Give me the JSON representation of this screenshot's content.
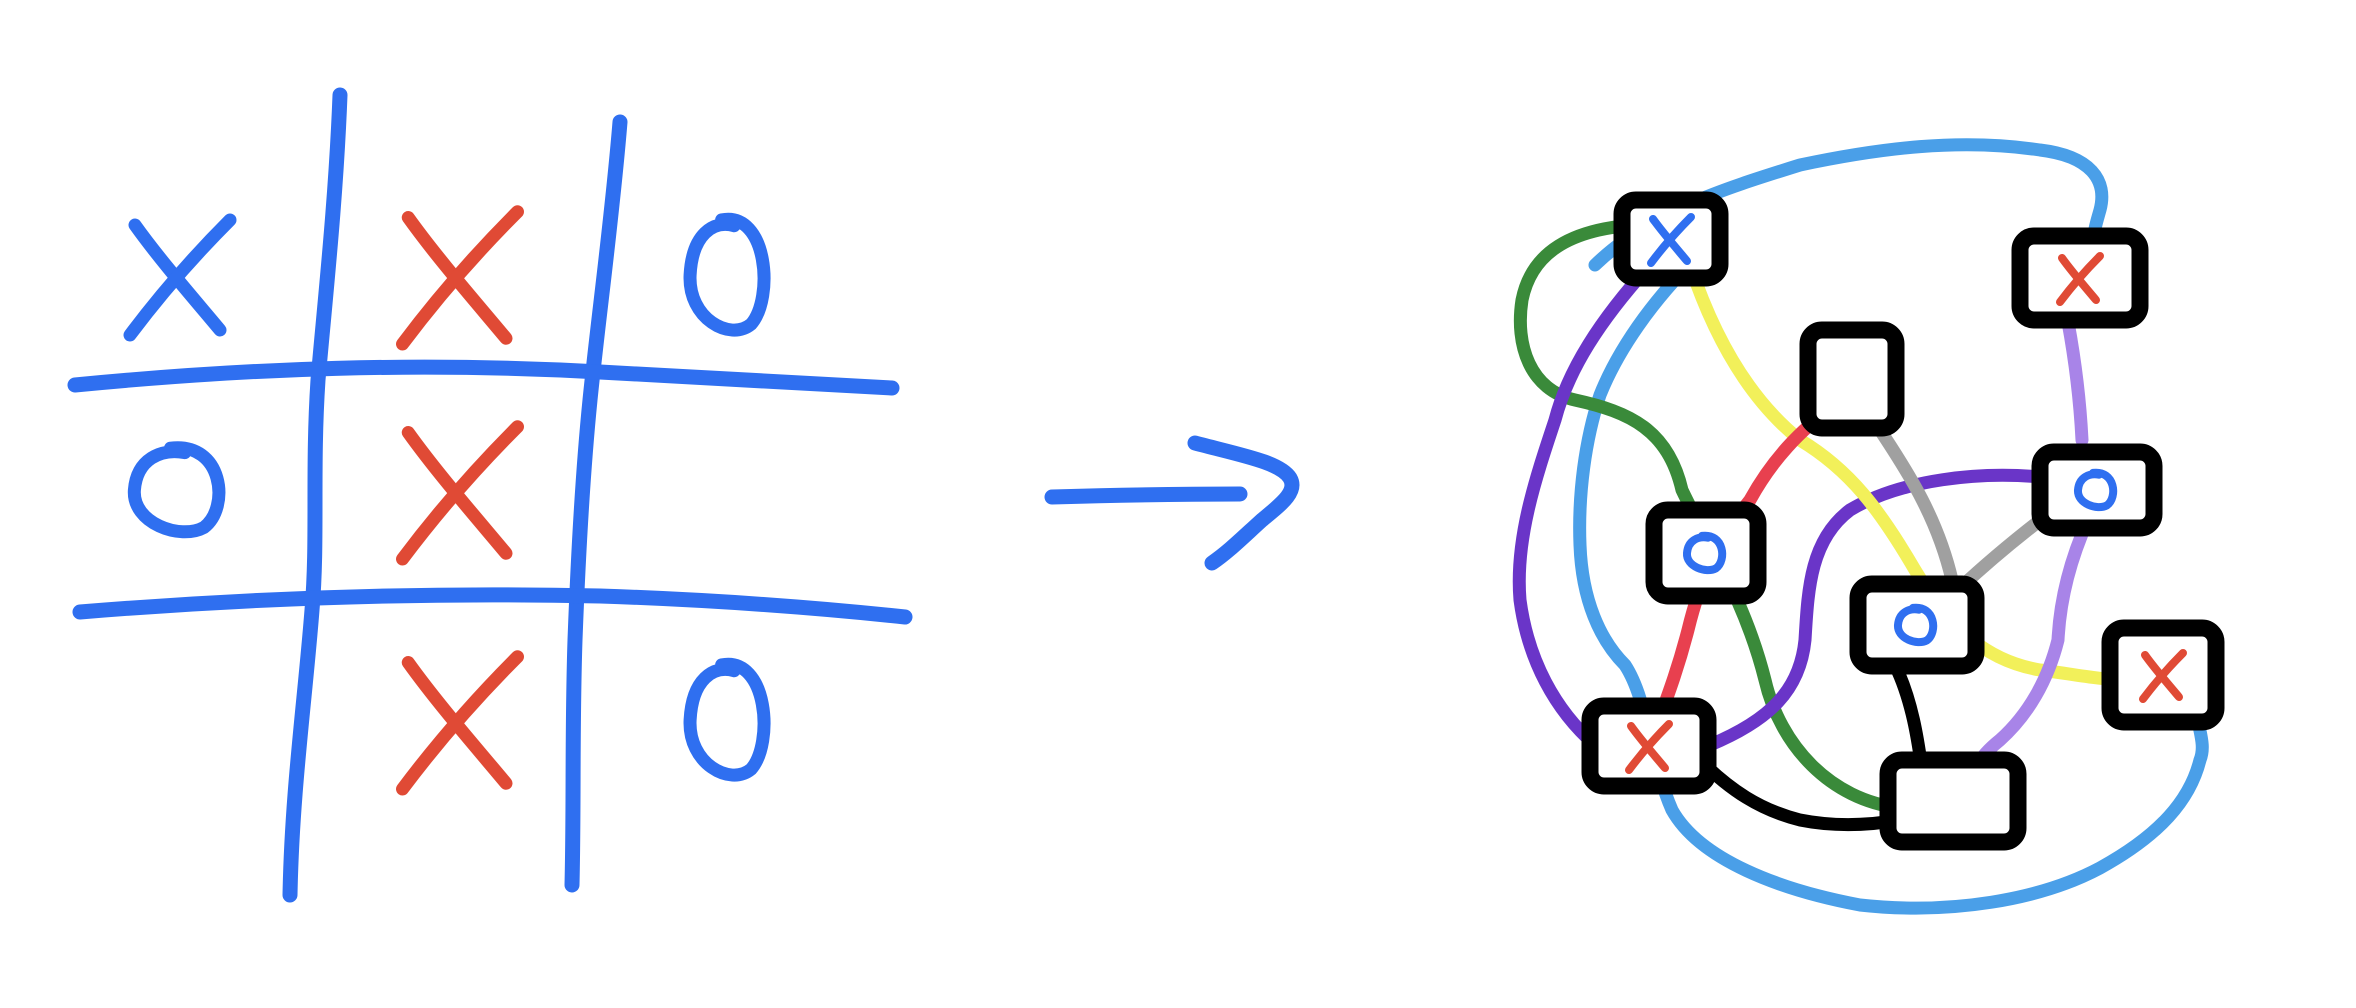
{
  "colors": {
    "ink_blue": "#2f6ff0",
    "ink_red": "#e04a35",
    "node_border": "#000000",
    "background": "#ffffff"
  },
  "board": {
    "cells": [
      {
        "row": 0,
        "col": 0,
        "mark": "X",
        "color": "#2f6ff0"
      },
      {
        "row": 0,
        "col": 1,
        "mark": "X",
        "color": "#e04a35"
      },
      {
        "row": 0,
        "col": 2,
        "mark": "O",
        "color": "#2f6ff0"
      },
      {
        "row": 1,
        "col": 0,
        "mark": "O",
        "color": "#2f6ff0"
      },
      {
        "row": 1,
        "col": 1,
        "mark": "X",
        "color": "#e04a35"
      },
      {
        "row": 1,
        "col": 2,
        "mark": "",
        "color": ""
      },
      {
        "row": 2,
        "col": 0,
        "mark": "",
        "color": ""
      },
      {
        "row": 2,
        "col": 1,
        "mark": "X",
        "color": "#e04a35"
      },
      {
        "row": 2,
        "col": 2,
        "mark": "O",
        "color": "#2f6ff0"
      }
    ]
  },
  "arrow": {
    "color": "#2f6ff0",
    "icon": "arrow-right-icon"
  },
  "graph": {
    "nodes": [
      {
        "id": "n1",
        "mark": "X",
        "mark_color": "#2f6ff0"
      },
      {
        "id": "n2",
        "mark": "X",
        "mark_color": "#e04a35"
      },
      {
        "id": "n3",
        "mark": "",
        "mark_color": ""
      },
      {
        "id": "n4",
        "mark": "O",
        "mark_color": "#2f6ff0"
      },
      {
        "id": "n5",
        "mark": "O",
        "mark_color": "#2f6ff0"
      },
      {
        "id": "n6",
        "mark": "O",
        "mark_color": "#2f6ff0"
      },
      {
        "id": "n7",
        "mark": "X",
        "mark_color": "#e04a35"
      },
      {
        "id": "n8",
        "mark": "X",
        "mark_color": "#e04a35"
      },
      {
        "id": "n9",
        "mark": "",
        "mark_color": ""
      }
    ],
    "edges": [
      {
        "color": "#4a9fe8",
        "name": "light-blue"
      },
      {
        "color": "#3a8a3a",
        "name": "green"
      },
      {
        "color": "#6a35c8",
        "name": "purple"
      },
      {
        "color": "#f2f05a",
        "name": "yellow"
      },
      {
        "color": "#e8404f",
        "name": "red"
      },
      {
        "color": "#a0a0a0",
        "name": "gray"
      },
      {
        "color": "#a884e8",
        "name": "lavender"
      },
      {
        "color": "#000000",
        "name": "black"
      }
    ]
  }
}
